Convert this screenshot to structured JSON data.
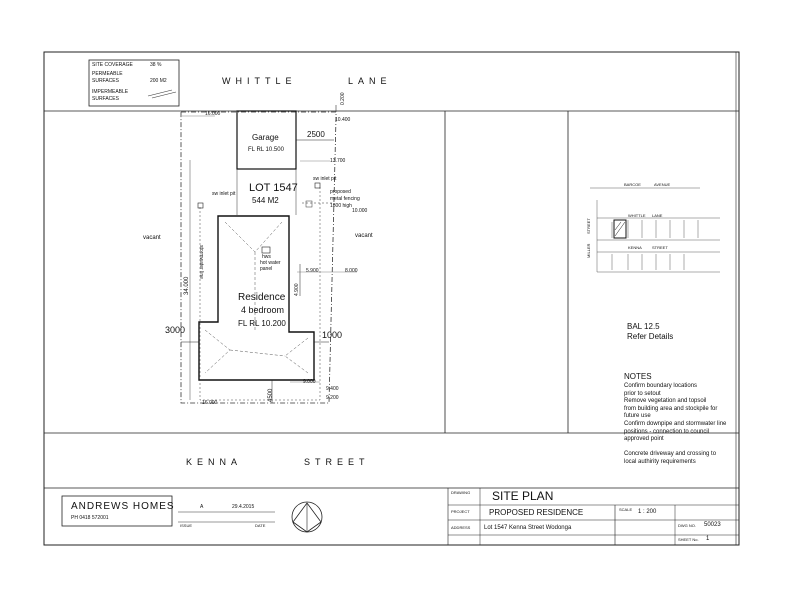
{
  "legend": {
    "site_coverage_label": "SITE COVERAGE",
    "site_coverage_value": "38 %",
    "permeable_label_1": "PERMEABLE",
    "permeable_label_2": "SURFACES",
    "permeable_value": "200 M2",
    "impermeable_label_1": "IMPERMEABLE",
    "impermeable_label_2": "SURFACES"
  },
  "streets": {
    "north": "WHITTLE",
    "north_2": "LANE",
    "south": "KENNA",
    "south_2": "STREET"
  },
  "garage": {
    "name": "Garage",
    "level": "FL RL 10.500"
  },
  "lot": {
    "number": "LOT 1547",
    "area": "544 M2"
  },
  "fence": {
    "line1": "proposed",
    "line2": "metal fencing",
    "line3": "1800 high"
  },
  "residence": {
    "name": "Residence",
    "rooms": "4 bedroom",
    "level": "FL RL 10.200",
    "hws": "hws",
    "hws2": "hot water",
    "hws3": "panel"
  },
  "labels": {
    "vacant_left": "vacant",
    "vacant_right": "vacant",
    "inlet_left": "sw inlet pit",
    "inlet_right": "sw inlet pit",
    "stormwater": "stormwater line",
    "dim_3000": "3000",
    "dim_1000": "1000",
    "dim_2500": "2500",
    "dim_34000": "34.000",
    "dim_4500": "4500",
    "dim_4900": "4.900",
    "dim_0200": "0.200",
    "rl_16000": "16.000",
    "rl_10400": "10.400",
    "rl_13700": "13.700",
    "rl_10000": "10.000",
    "rl_5900": "5.900",
    "rl_8000": "8.000",
    "rl_9000": "9.000",
    "rl_9400": "9.400",
    "rl_9200": "9.200",
    "rl_16000b": "16.000"
  },
  "locality": {
    "barcoe": "BARCOE",
    "avenue": "AVENUE",
    "whittle": "WHITTLE",
    "lane": "LANE",
    "kenna": "KENNA",
    "street": "STREET",
    "street_v": "STREET",
    "street_v2": "MILLER"
  },
  "bal": {
    "line1": "BAL 12.5",
    "line2": "Refer Details"
  },
  "notes": {
    "title": "NOTES",
    "lines": [
      "Confirm boundary locations",
      "prior to setout",
      "Remove vegetation and topsoil",
      "from building area and stockpile for",
      "future use",
      "Confirm downpipe and stormwater line",
      "positions - connection to council",
      "approved point",
      "",
      "Concrete driveway and crossing to",
      "local authirity requirements"
    ]
  },
  "title_block": {
    "company": "ANDREWS HOMES",
    "phone": "PH 0418 572001",
    "rev_letter": "A",
    "rev_date": "29.4.2015",
    "issue_label": "ISSUE",
    "date_label": "DATE",
    "drawing_label": "DRAWING",
    "drawing_title": "SITE PLAN",
    "project_label": "PROJECT",
    "project_value": "PROPOSED RESIDENCE",
    "address_label": "ADDRESS",
    "address_value": "Lot 1547 Kenna Street Wodonga",
    "scale_label": "SCALE",
    "scale_value": "1 : 200",
    "dwg_label": "DWG NO.",
    "dwg_value": "50023",
    "sheet_label": "SHEET No.",
    "sheet_value": "1"
  }
}
